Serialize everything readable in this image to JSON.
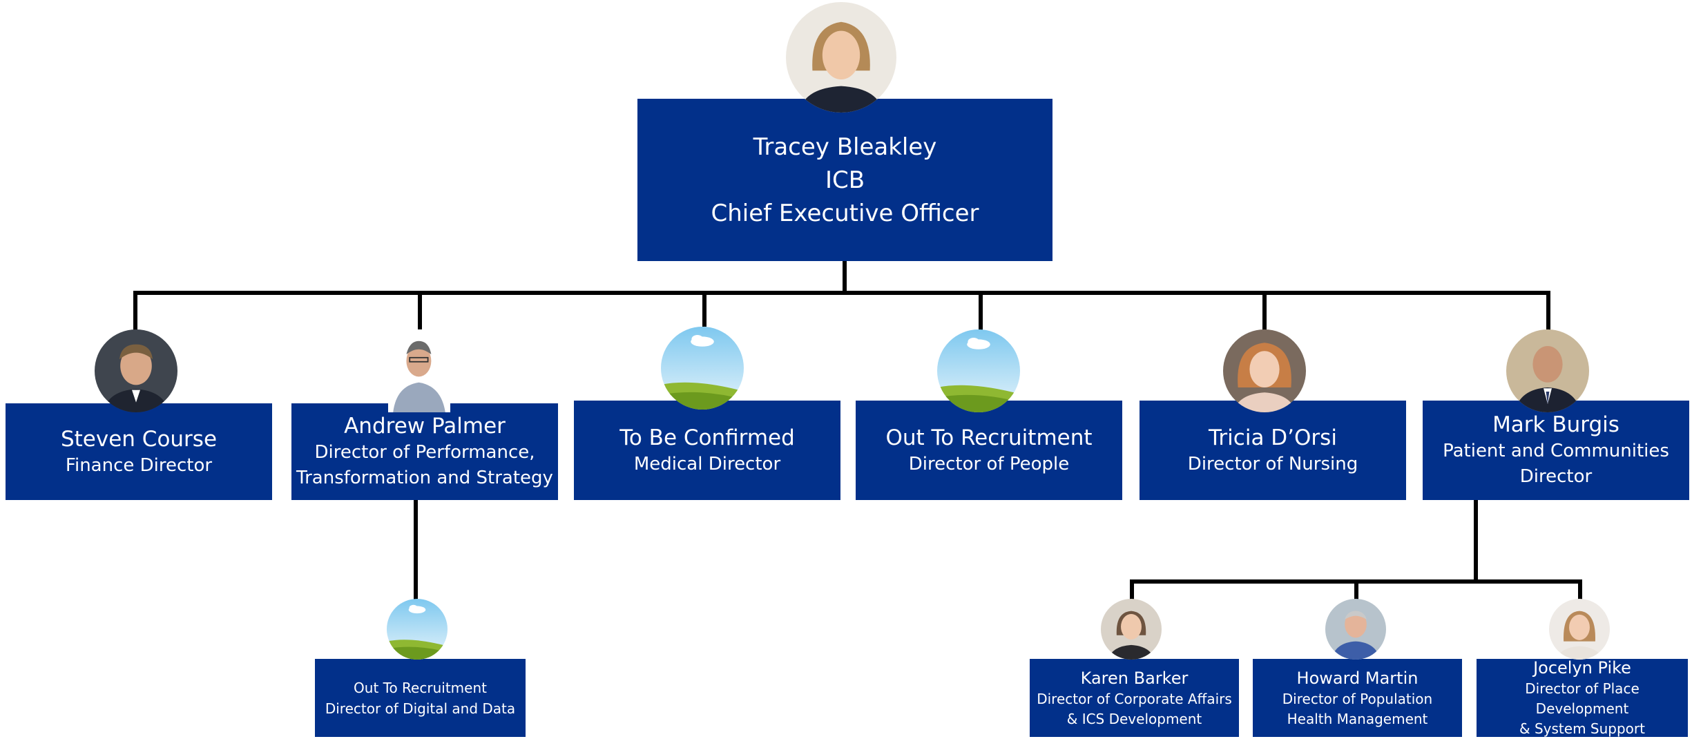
{
  "ceo": {
    "name": "Tracey Bleakley",
    "org": "ICB",
    "role": "Chief Executive Officer"
  },
  "directors": [
    {
      "name": "Steven Course",
      "role": "Finance Director"
    },
    {
      "name": "Andrew Palmer",
      "role_line1": "Director of Performance,",
      "role_line2": "Transformation and Strategy"
    },
    {
      "name": "To Be Confirmed",
      "role": "Medical Director"
    },
    {
      "name": "Out To Recruitment",
      "role": "Director of People"
    },
    {
      "name": "Tricia D’Orsi",
      "role": "Director of Nursing"
    },
    {
      "name": "Mark Burgis",
      "role_line1": "Patient and Communities",
      "role_line2": "Director"
    }
  ],
  "palmer_report": {
    "name": "Out To Recruitment",
    "role": "Director of Digital and Data"
  },
  "burgis_reports": [
    {
      "name": "Karen Barker",
      "role_line1": "Director of Corporate Affairs",
      "role_line2": "& ICS Development"
    },
    {
      "name": "Howard Martin",
      "role_line1": "Director of Population",
      "role_line2": "Health Management"
    },
    {
      "name": "Jocelyn Pike",
      "role_line1": "Director of Place Development",
      "role_line2": "& System Support"
    }
  ],
  "colors": {
    "box": "#02308a",
    "text": "#ffffff",
    "connector": "#000000"
  },
  "icons": {
    "photo": "person-photo-icon",
    "placeholder": "landscape-placeholder-icon"
  }
}
